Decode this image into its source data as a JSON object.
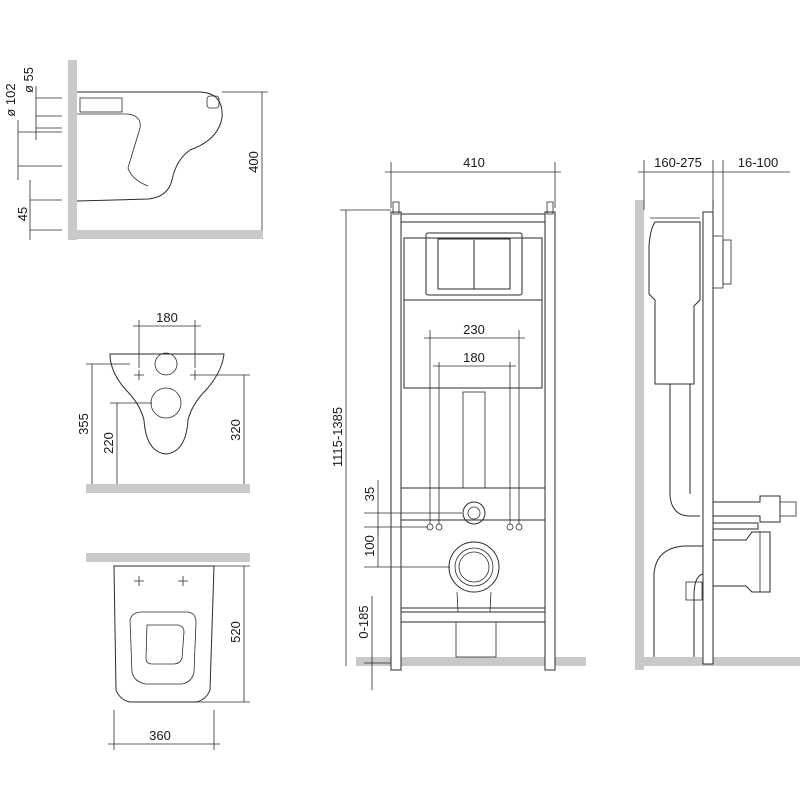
{
  "side_view": {
    "d_55": "ø 55",
    "d_102": "ø 102",
    "h_400": "400",
    "h_45": "45"
  },
  "front_view": {
    "w_180": "180",
    "h_355": "355",
    "h_220": "220",
    "h_320": "320"
  },
  "top_view": {
    "h_520": "520",
    "w_360": "360"
  },
  "frame_front": {
    "w_410": "410",
    "w_230": "230",
    "w_180": "180",
    "h_1115_1385": "1115-1385",
    "h_35": "35",
    "h_100": "100",
    "h_0_185": "0-185"
  },
  "frame_side": {
    "d_160_275": "160-275",
    "d_16_100": "16-100"
  },
  "colors": {
    "line": "#2b2b2b",
    "wall": "#c9c9c9",
    "background": "#ffffff"
  }
}
